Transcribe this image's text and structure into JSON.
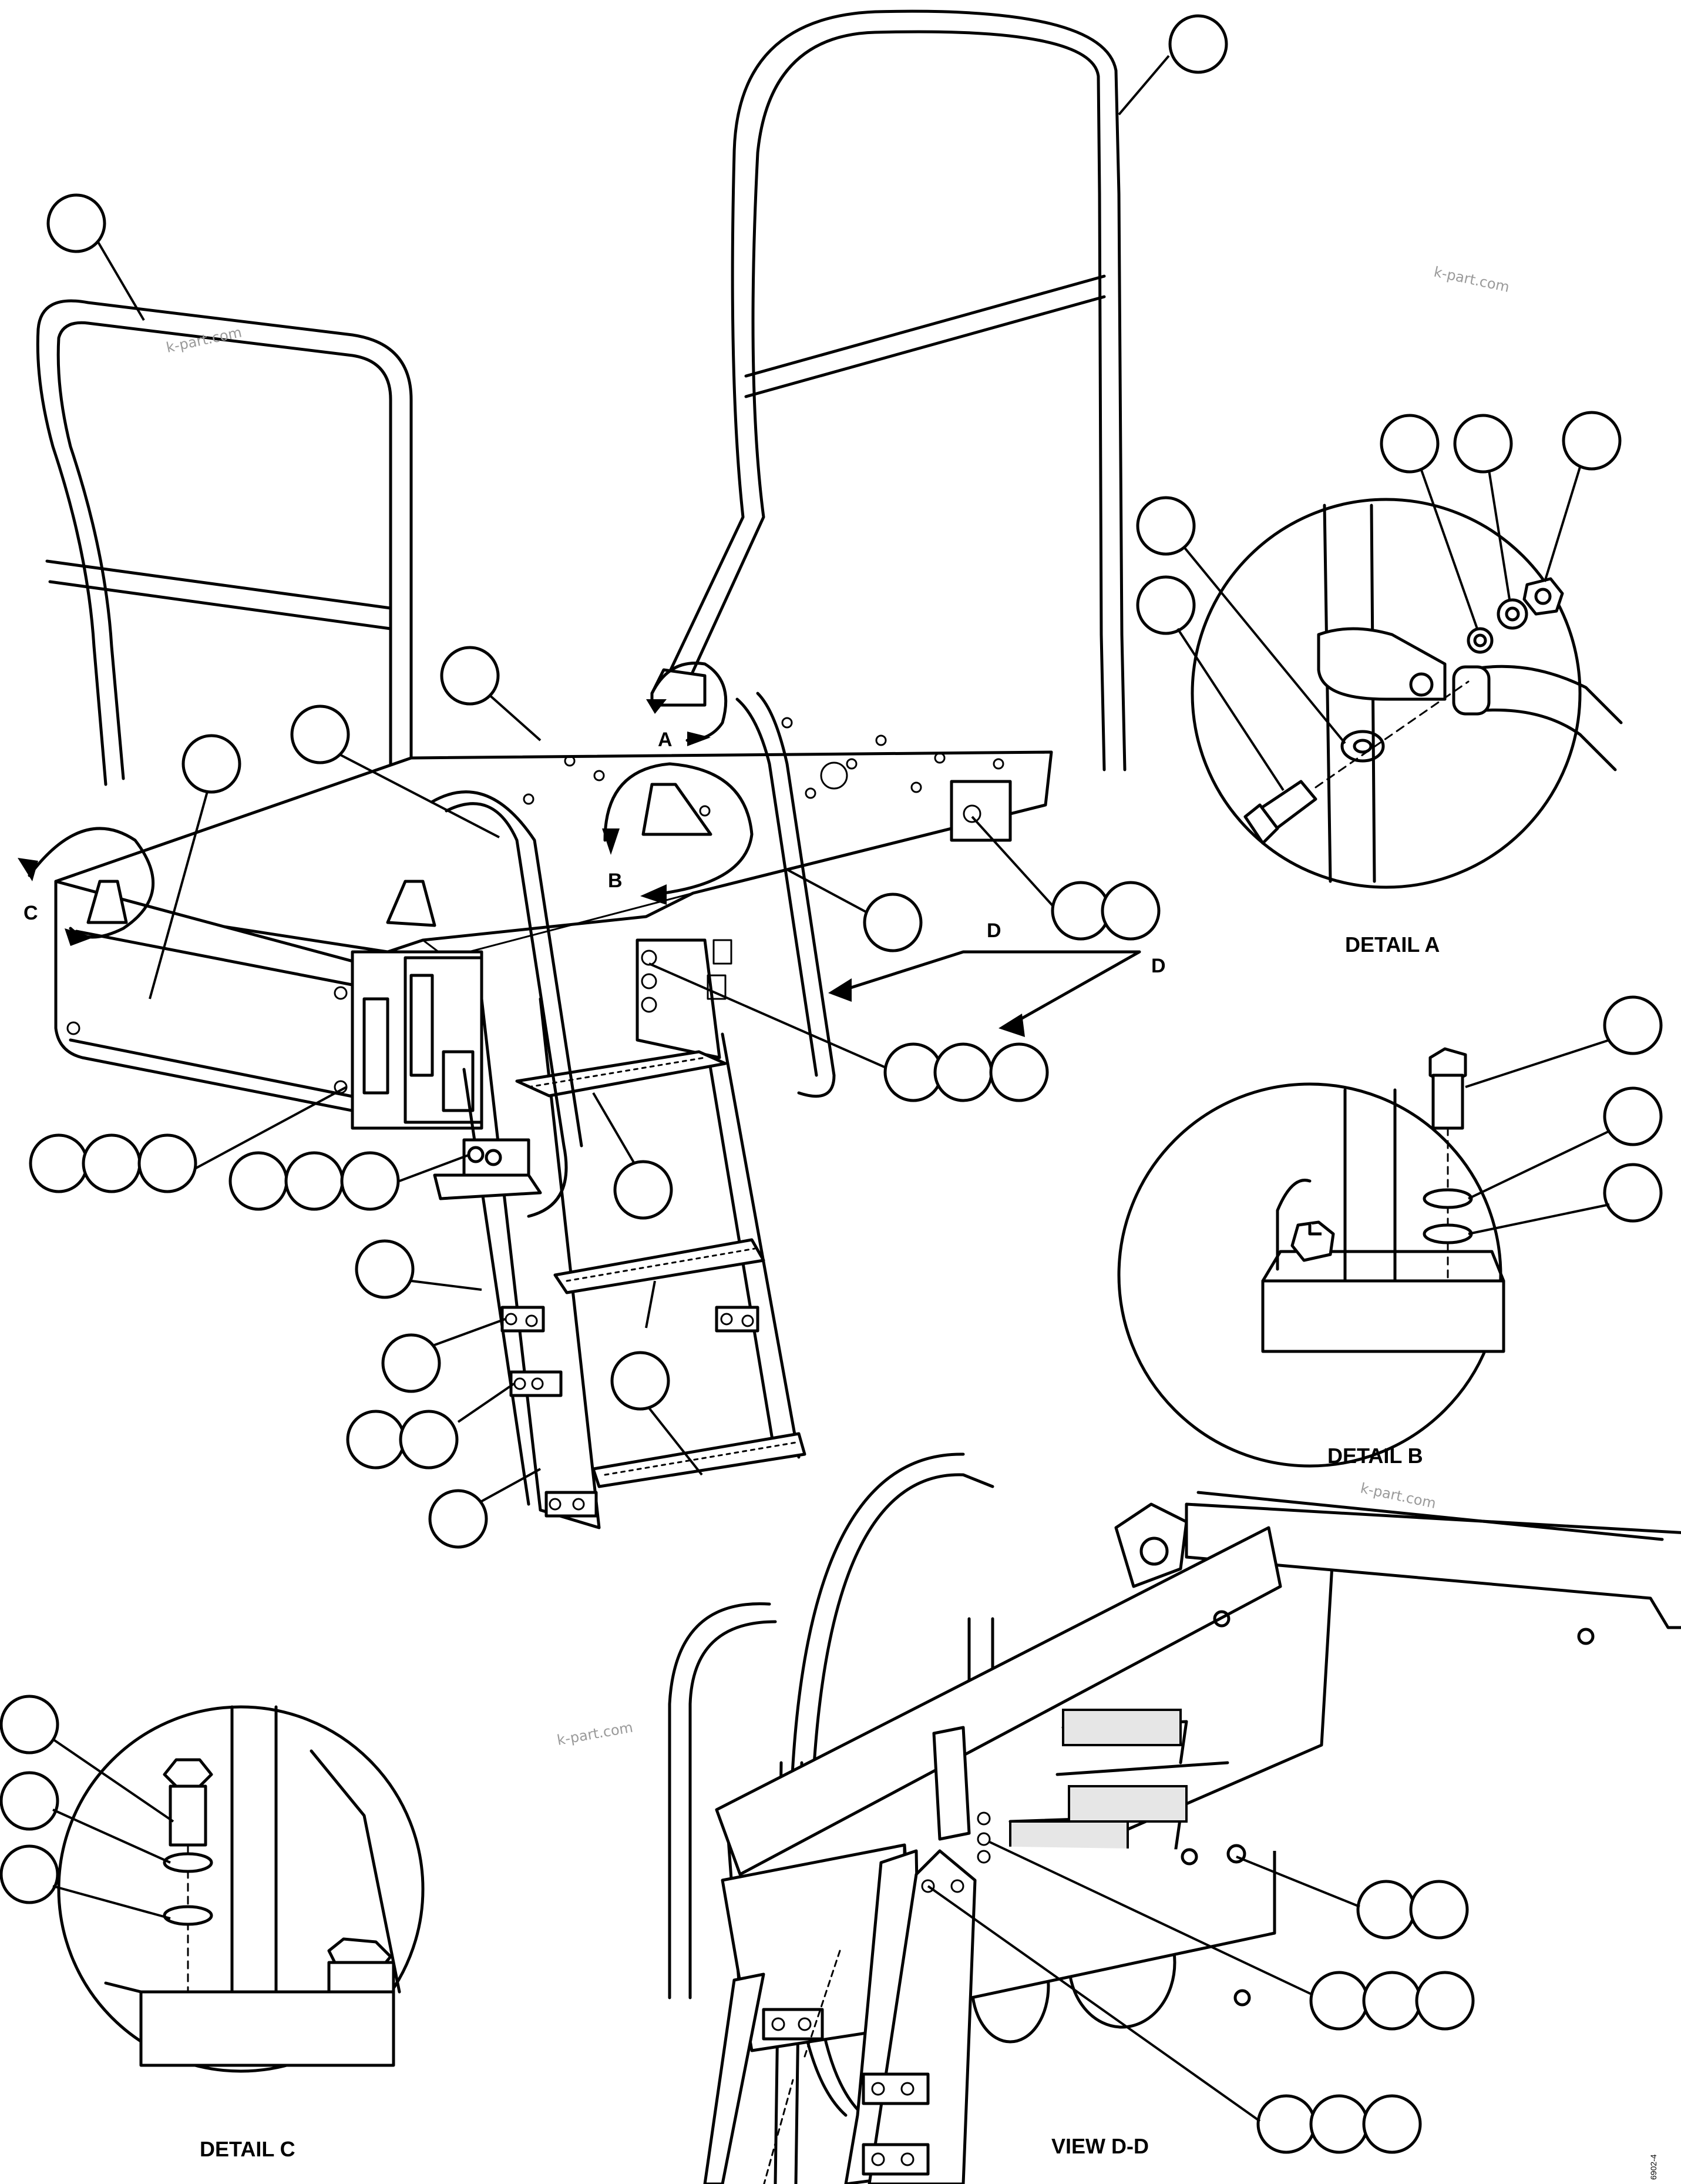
{
  "labels": {
    "section_a": "A",
    "section_b": "B",
    "section_c": "C",
    "section_d_1": "D",
    "section_d_2": "D",
    "detail_a_title": "DETAIL A",
    "detail_b_title": "DETAIL B",
    "detail_c_title": "DETAIL C",
    "view_dd_title": "VIEW D-D",
    "sheet_code": "6902-4"
  },
  "watermarks": [
    "k-part.com",
    "k-part.com",
    "k-part.com",
    "k-part.com"
  ],
  "colors": {
    "line": "#000000",
    "background": "#ffffff",
    "watermark": "#9a9a9a"
  }
}
